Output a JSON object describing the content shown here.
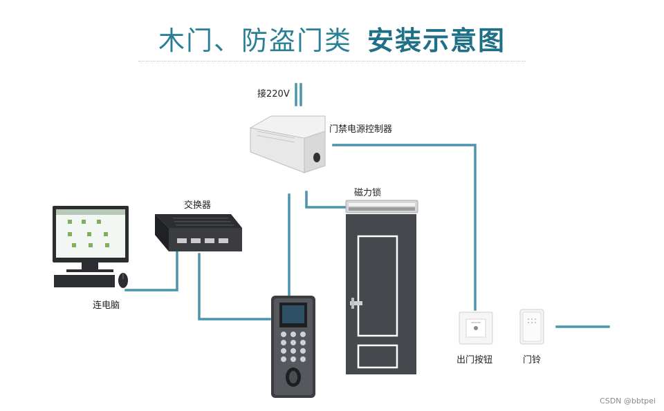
{
  "title": {
    "light": "木门、防盗门类",
    "bold": "安装示意图"
  },
  "labels": {
    "power": "接220V",
    "controller": "门禁电源控制器",
    "maglock": "磁力锁",
    "switch": "交换器",
    "computer": "连电脑",
    "exit_button": "出门按钮",
    "doorbell": "门铃"
  },
  "colors": {
    "wire": "#4a94ad",
    "title": "#2a7f96"
  },
  "watermark": "CSDN @bbtpei"
}
